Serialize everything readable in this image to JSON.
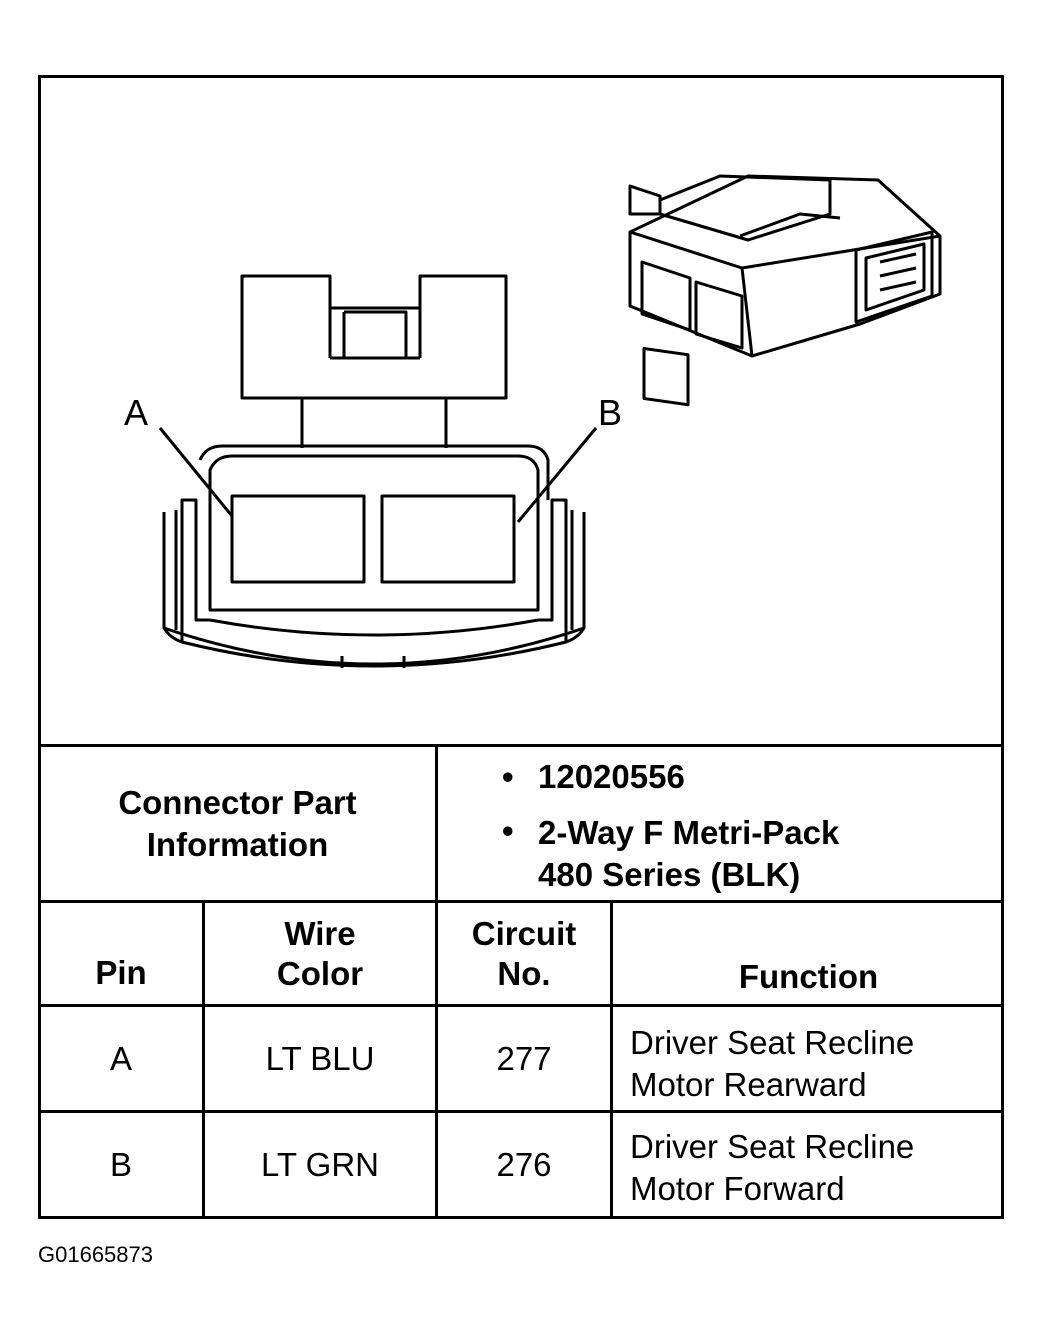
{
  "pin_labels": {
    "a": "A",
    "b": "B"
  },
  "connector_info": {
    "label_line1": "Connector Part",
    "label_line2": "Information",
    "bullet": "•",
    "part_number": "12020556",
    "description_line1": "2-Way F Metri-Pack",
    "description_line2": "480 Series (BLK)"
  },
  "table": {
    "headers": {
      "pin": "Pin",
      "wire_line1": "Wire",
      "wire_line2": "Color",
      "circuit_line1": "Circuit",
      "circuit_line2": "No.",
      "function": "Function"
    },
    "rows": [
      {
        "pin": "A",
        "wire_color": "LT BLU",
        "circuit": "277",
        "function_line1": "Driver Seat Recline",
        "function_line2": "Motor Rearward"
      },
      {
        "pin": "B",
        "wire_color": "LT GRN",
        "circuit": "276",
        "function_line1": "Driver Seat Recline",
        "function_line2": "Motor Forward"
      }
    ]
  },
  "figure_id": "G01665873"
}
